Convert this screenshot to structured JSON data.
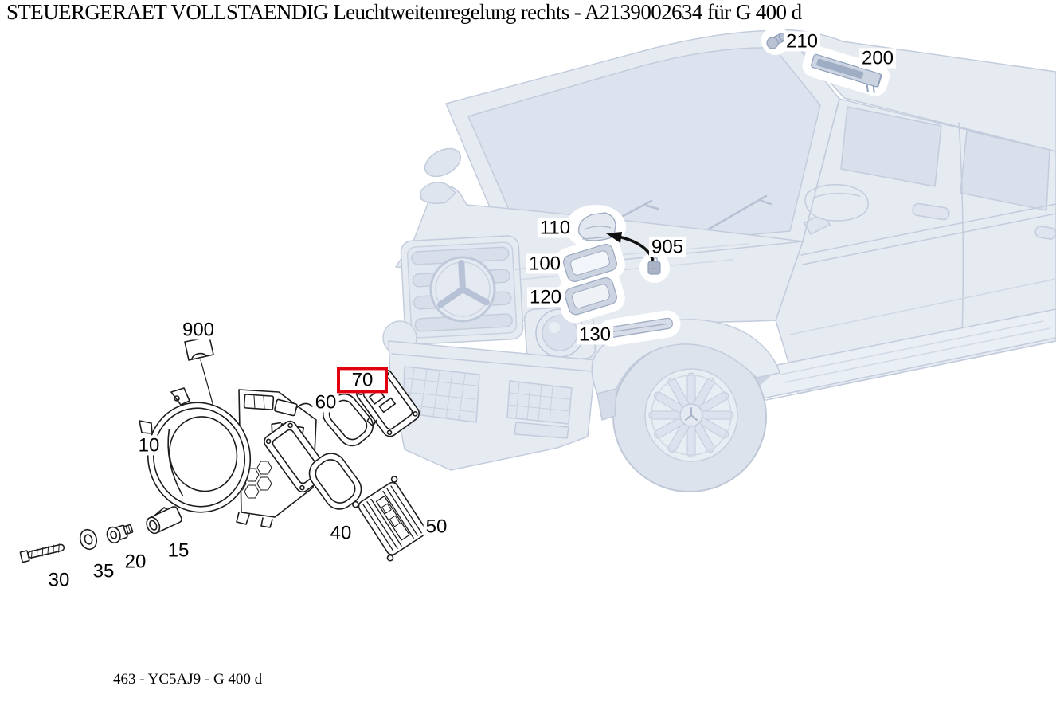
{
  "header": {
    "title": "STEUERGERAET VOLLSTAENDIG Leuchtweitenregelung rechts - A2139002634 für G 400 d"
  },
  "footer": {
    "caption": "463 - YC5AJ9 - G 400 d"
  },
  "colors": {
    "highlight_red": "#e2000f",
    "diagram_ink": "#1c1c1c",
    "vehicle_body": "#e6ebf2",
    "vehicle_outline": "#c3ccdc",
    "vehicle_part_fill": "#d7dde8",
    "vehicle_part_outline": "#9fabc0"
  },
  "diagram": {
    "selected_callout": "70",
    "callouts": [
      {
        "label": "900",
        "highlighted": false
      },
      {
        "label": "10",
        "highlighted": false
      },
      {
        "label": "60",
        "highlighted": false
      },
      {
        "label": "70",
        "highlighted": true
      },
      {
        "label": "40",
        "highlighted": false
      },
      {
        "label": "50",
        "highlighted": false
      },
      {
        "label": "30",
        "highlighted": false
      },
      {
        "label": "35",
        "highlighted": false
      },
      {
        "label": "20",
        "highlighted": false
      },
      {
        "label": "15",
        "highlighted": false
      },
      {
        "label": "110",
        "highlighted": false
      },
      {
        "label": "100",
        "highlighted": false
      },
      {
        "label": "120",
        "highlighted": false
      },
      {
        "label": "130",
        "highlighted": false
      },
      {
        "label": "905",
        "highlighted": false
      },
      {
        "label": "210",
        "highlighted": false
      },
      {
        "label": "200",
        "highlighted": false
      }
    ]
  }
}
